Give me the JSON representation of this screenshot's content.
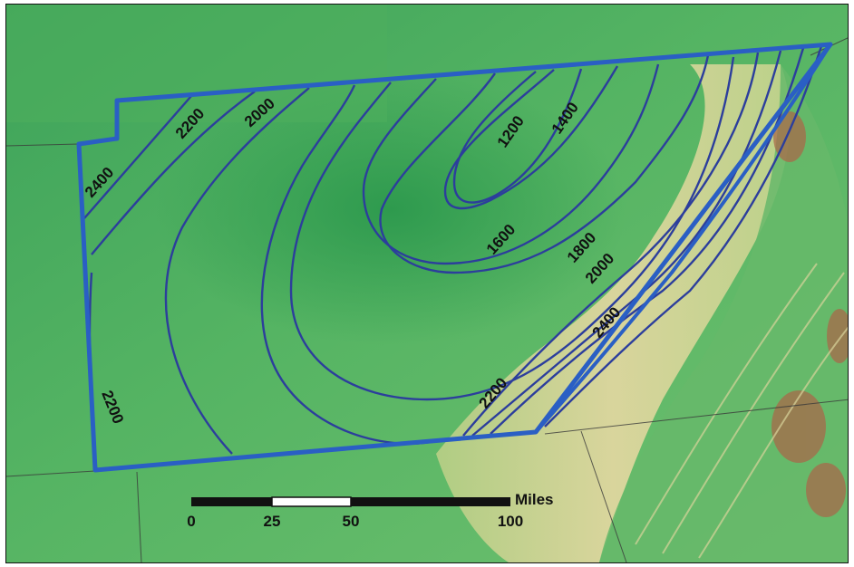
{
  "map": {
    "colors": {
      "lowland": "#3aa55a",
      "upland": "#7ec47a",
      "ridge": "#e2d49a",
      "mountain": "#a8694a",
      "contour": "#2c3e9c",
      "outline": "#2a5fc4"
    },
    "contour_labels": [
      {
        "id": "2400-nw",
        "text": "2400"
      },
      {
        "id": "2200-nw",
        "text": "2200"
      },
      {
        "id": "2000-n",
        "text": "2000"
      },
      {
        "id": "1200",
        "text": "1200"
      },
      {
        "id": "1400",
        "text": "1400"
      },
      {
        "id": "1600",
        "text": "1600"
      },
      {
        "id": "1800",
        "text": "1800"
      },
      {
        "id": "2000-e",
        "text": "2000"
      },
      {
        "id": "2400-se",
        "text": "2400"
      },
      {
        "id": "2200-s",
        "text": "2200"
      },
      {
        "id": "2200-w",
        "text": "2200"
      }
    ]
  },
  "scale_bar": {
    "unit_label": "Miles",
    "ticks": [
      "0",
      "25",
      "50",
      "100"
    ]
  }
}
